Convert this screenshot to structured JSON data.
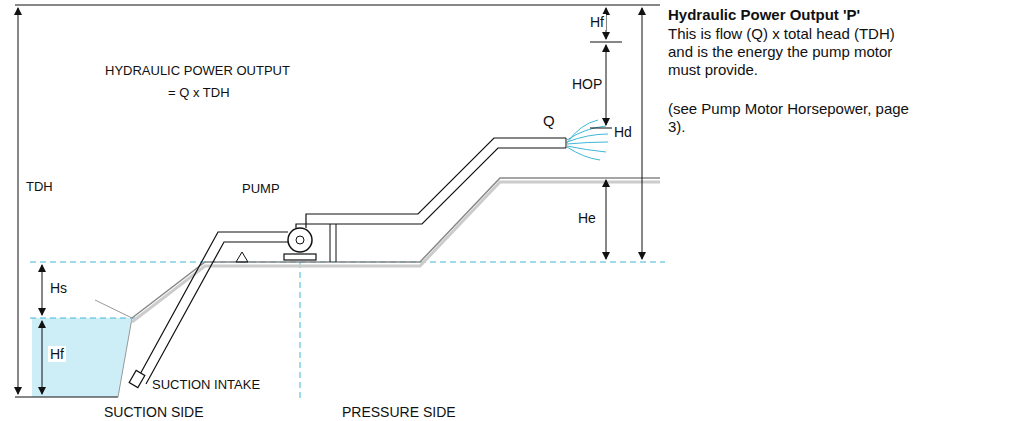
{
  "diagram": {
    "labels": [
      "HYDRAULIC POWER OUTPUT",
      "= Q x TDH",
      "TDH",
      "Hf",
      "HOP",
      "Hd",
      "Q",
      "PUMP",
      "He",
      "Hs",
      "Hf",
      "SUCTION INTAKE",
      "SUCTION SIDE",
      "PRESSURE SIDE",
      "Hydraulic Power Output 'P'",
      "This is flow (Q) x total head (TDH) and is the energy the pump motor must provide.",
      "(see Pump Motor Horsepower, page 3)."
    ]
  }
}
